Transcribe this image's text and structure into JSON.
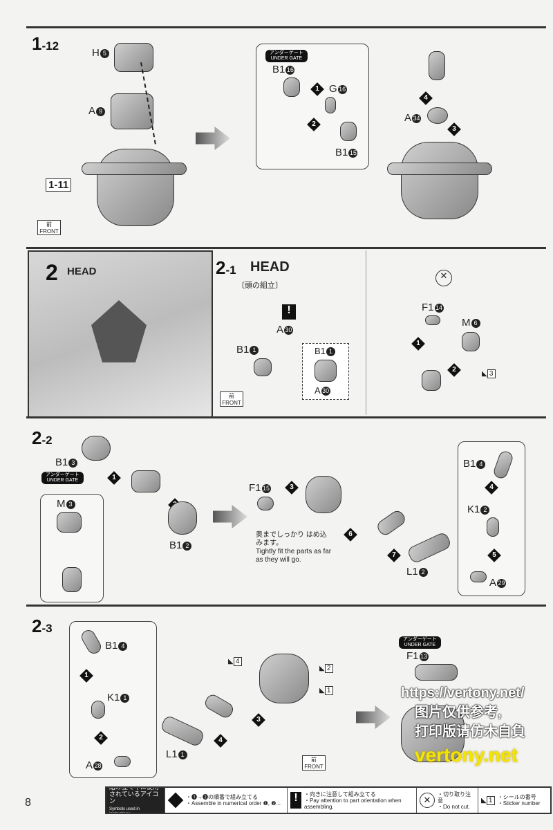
{
  "page_number": "8",
  "sections": {
    "s1_12": {
      "step": "1",
      "sub": "-12",
      "ref": "1-11",
      "front": "FRONT",
      "front_jp": "前",
      "labels": {
        "h": "H",
        "h_n": "5",
        "a9": "A",
        "a9_n": "9",
        "b116": "B1",
        "b116_n": "16",
        "g16": "G",
        "g16_n": "16",
        "b115": "B1",
        "b115_n": "15",
        "a34": "A",
        "a34_n": "34"
      },
      "gate_jp": "アンダーゲート",
      "gate_en": "UNDER GATE",
      "orders": [
        "1",
        "2",
        "3",
        "4"
      ]
    },
    "s2": {
      "step": "2",
      "title": "HEAD"
    },
    "s2_1": {
      "step": "2",
      "sub": "-1",
      "title": "HEAD",
      "subtitle_jp": "〔頭の組立〕",
      "front": "FRONT",
      "front_jp": "前",
      "labels": {
        "a30": "A",
        "a30_n": "30",
        "b11": "B1",
        "b11_n": "1",
        "b11b": "B1",
        "b11b_n": "1",
        "a30b": "A",
        "a30b_n": "30",
        "f114": "F1",
        "f114_n": "14",
        "m6": "M",
        "m6_n": "6"
      },
      "sticker": "3",
      "orders": [
        "1",
        "2"
      ]
    },
    "s2_2": {
      "step": "2",
      "sub": "-2",
      "gate_jp": "アンダーゲート",
      "gate_en": "UNDER GATE",
      "labels": {
        "b13": "B1",
        "b13_n": "3",
        "m3": "M",
        "m3_n": "3",
        "b12": "B1",
        "b12_n": "2",
        "f115": "F1",
        "f115_n": "15",
        "l12": "L1",
        "l12_n": "2",
        "b14": "B1",
        "b14_n": "4",
        "k12": "K1",
        "k12_n": "2",
        "a29": "A",
        "a29_n": "29"
      },
      "note_jp": "奥までしっかり はめ込みます。",
      "note_en": "Tightly fit the parts as far as they will go.",
      "orders": [
        "1",
        "2",
        "3",
        "4",
        "5",
        "6",
        "7"
      ]
    },
    "s2_3": {
      "step": "2",
      "sub": "-3",
      "front": "FRONT",
      "front_jp": "前",
      "gate_jp": "アンダーゲート",
      "gate_en": "UNDER GATE",
      "labels": {
        "b14": "B1",
        "b14_n": "4",
        "k11": "K1",
        "k11_n": "1",
        "a28": "A",
        "a28_n": "28",
        "l11": "L1",
        "l11_n": "1",
        "f113": "F1",
        "f113_n": "13"
      },
      "stickers": [
        "4",
        "2",
        "1"
      ],
      "orders": [
        "1",
        "2",
        "3",
        "4"
      ]
    }
  },
  "legend": {
    "title_jp": "組み立て中に使用されているアイコン",
    "title_en": "Symbols used in instructions",
    "order_jp": "・❶→❷の順番で組み立てる",
    "order_en": "・Assemble in numerical order ❶, ❷...",
    "orient_jp": "・向きに注意して組み立てる",
    "orient_en": "・Pay attention to part orientation when assembling.",
    "cut_jp": "・切り取り注意",
    "cut_en": "・Do not cut.",
    "sticker_jp": "・シールの番号",
    "sticker_en": "・Sticker number",
    "sticker_num": "1"
  },
  "watermark": {
    "line1": "https://vertony.net/",
    "line2": "图片仅供参考,",
    "line3": "打印版请仿木自負",
    "site": "vertony.net"
  }
}
